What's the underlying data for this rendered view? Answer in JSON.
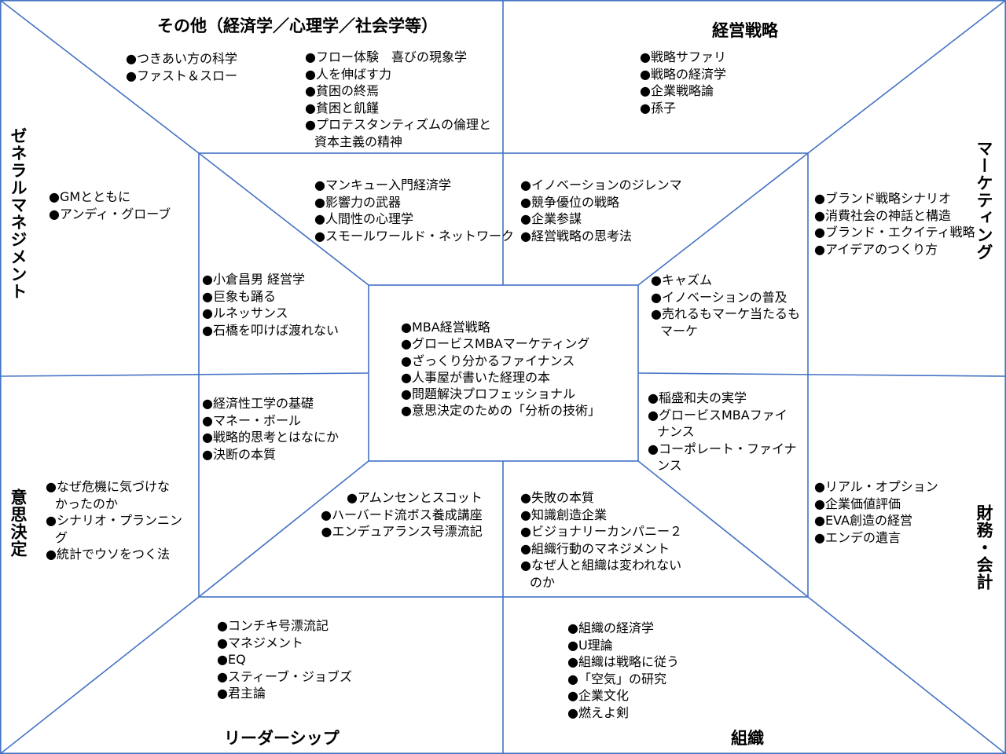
{
  "colors": {
    "line": "#4472c4",
    "text": "#000000",
    "background": "#ffffff"
  },
  "categories": {
    "other": "その他（経済学／心理学／社会学等）",
    "strategy": "経営戦略",
    "marketing": "マーケティング",
    "finance": "財務・会計",
    "organization": "組織",
    "leadership": "リーダーシップ",
    "decision": "意思決定",
    "general_management": "ゼネラルマネジメント"
  },
  "blocks": {
    "center": [
      "●MBA経営戦略",
      "●グロービスMBAマーケティング",
      "●ざっくり分かるファイナンス",
      "●人事屋が書いた経理の本",
      "●問題解決プロフェッショナル",
      "●意思決定のための「分析の技術」"
    ],
    "other_outer_left": [
      "●つきあい方の科学",
      "●ファスト＆スロー"
    ],
    "other_outer_right": [
      "●フロー体験　喜びの現象学",
      "●人を伸ばす力",
      "●貧困の終焉",
      "●貧困と飢饉",
      "●プロテスタンティズムの倫理と",
      "資本主義の精神"
    ],
    "strategy_outer": [
      "●戦略サファリ",
      "●戦略の経済学",
      "●企業戦略論",
      "●孫子"
    ],
    "marketing_outer": [
      "●ブランド戦略シナリオ",
      "●消費社会の神話と構造",
      "●ブランド・エクイティ戦略",
      "●アイデアのつくり方"
    ],
    "finance_outer": [
      "●リアル・オプション",
      "●企業価値評価",
      "●EVA創造の経営",
      "●エンデの遺言"
    ],
    "organization_outer": [
      "●組織の経済学",
      "●U理論",
      "●組織は戦略に従う",
      "●「空気」の研究",
      "●企業文化",
      "●燃えよ剣"
    ],
    "leadership_outer": [
      "●コンチキ号漂流記",
      "●マネジメント",
      "●EQ",
      "●スティーブ・ジョブズ",
      "●君主論"
    ],
    "decision_outer": [
      "●なぜ危機に気づけな",
      "かったのか",
      "●シナリオ・プランニン",
      "グ",
      "●統計でウソをつく法"
    ],
    "general_management_outer": [
      "●GMとともに",
      "●アンディ・グローブ"
    ],
    "other_inner": [
      "●マンキュー入門経済学",
      "●影響力の武器",
      "●人間性の心理学",
      "●スモールワールド・ネットワーク"
    ],
    "strategy_inner": [
      "●イノベーションのジレンマ",
      "●競争優位の戦略",
      "●企業参謀",
      "●経営戦略の思考法"
    ],
    "marketing_inner": [
      "●キャズム",
      "●イノベーションの普及",
      "●売れるもマーケ当たるも",
      "マーケ"
    ],
    "finance_inner": [
      "●稲盛和夫の実学",
      "●グロービスMBAファイ",
      "ナンス",
      "●コーポレート・ファイナ",
      "ンス"
    ],
    "organization_inner": [
      "●失敗の本質",
      "●知識創造企業",
      "●ビジョナリーカンパニー２",
      "●組織行動のマネジメント",
      "●なぜ人と組織は変われない",
      "のか"
    ],
    "leadership_inner": [
      "●アムンセンとスコット",
      "●ハーバード流ボス養成講座",
      "●エンデュアランス号漂流記"
    ],
    "decision_inner": [
      "●経済性工学の基礎",
      "●マネー・ボール",
      "●戦略的思考とはなにか",
      "●決断の本質"
    ],
    "general_management_inner": [
      "●小倉昌男 経営学",
      "●巨象も踊る",
      "●ルネッサンス",
      "●石橋を叩けば渡れない"
    ]
  }
}
